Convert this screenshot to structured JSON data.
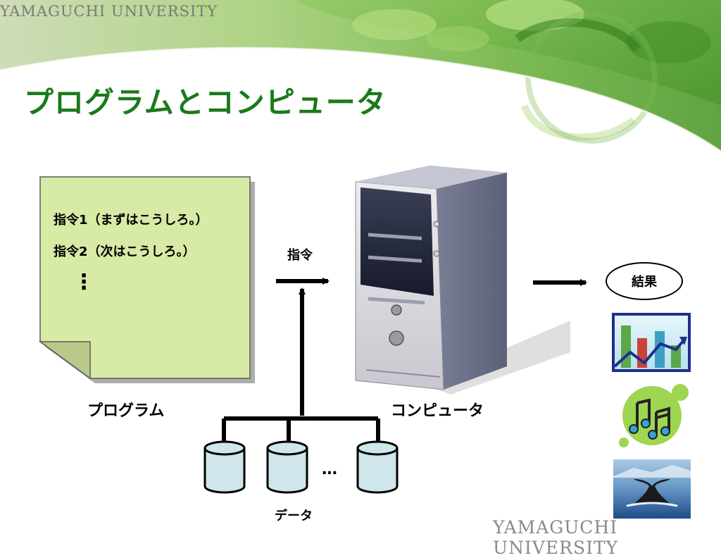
{
  "header": {
    "university": "YAMAGUCHI UNIVERSITY",
    "title": "プログラムとコンピュータ"
  },
  "program": {
    "line1": "指令1（まずはこうしろ。）",
    "line2": "指令2（次はこうしろ。）",
    "continuation": "⋮",
    "label": "プログラム"
  },
  "computer": {
    "label": "コンピュータ",
    "input_label": "指令"
  },
  "data": {
    "label": "データ",
    "ellipsis": "…"
  },
  "result": {
    "label": "結果",
    "examples": [
      "chart-icon",
      "music-icon",
      "whale-photo"
    ]
  },
  "footer": {
    "university": "YAMAGUCHI UNIVERSITY"
  },
  "colors": {
    "title_green": "#1a7a1a",
    "doc_fill": "#d7eaa6",
    "db_fill": "#cfe6ea",
    "accent_leaf": "#5aa832"
  }
}
